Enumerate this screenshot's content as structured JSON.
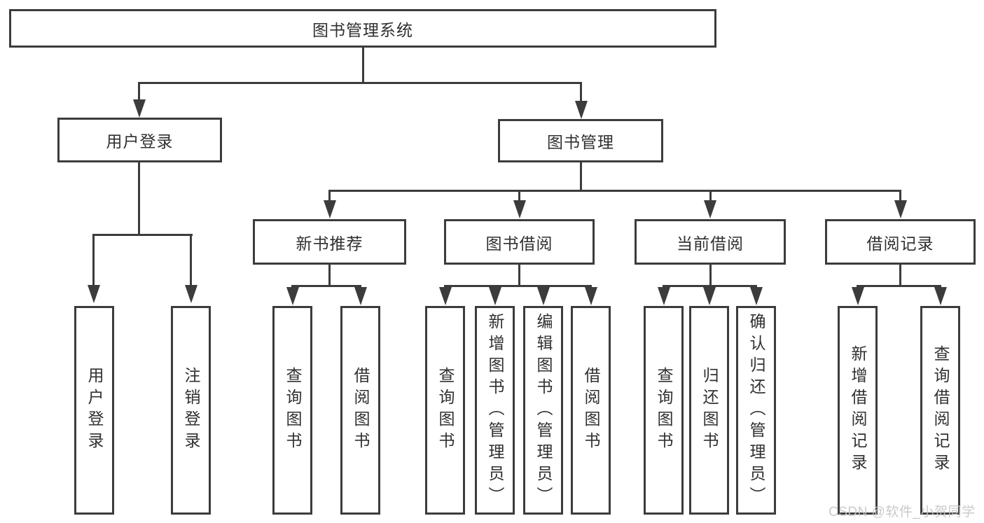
{
  "colors": {
    "line": "#3c3c3c",
    "node_border": "#3c3c3c",
    "node_text": "#303030",
    "background": "#ffffff",
    "watermark": "#c5c5c5"
  },
  "watermark": {
    "text": "CSDN @软件_小贺同学"
  },
  "tree": {
    "root": {
      "label": "图书管理系统",
      "children": [
        {
          "label": "用户登录",
          "children": [
            {
              "label": "用户登录"
            },
            {
              "label": "注销登录"
            }
          ]
        },
        {
          "label": "图书管理",
          "children": [
            {
              "label": "新书推荐",
              "children": [
                {
                  "label": "查询图书"
                },
                {
                  "label": "借阅图书"
                }
              ]
            },
            {
              "label": "图书借阅",
              "children": [
                {
                  "label": "查询图书"
                },
                {
                  "label": "新增图书（管理员）"
                },
                {
                  "label": "编辑图书（管理员）"
                },
                {
                  "label": "借阅图书"
                }
              ]
            },
            {
              "label": "当前借阅",
              "children": [
                {
                  "label": "查询图书"
                },
                {
                  "label": "归还图书"
                },
                {
                  "label": "确认归还（管理员）"
                }
              ]
            },
            {
              "label": "借阅记录",
              "children": [
                {
                  "label": "新增借阅记录"
                },
                {
                  "label": "查询借阅记录"
                }
              ]
            }
          ]
        }
      ]
    }
  }
}
